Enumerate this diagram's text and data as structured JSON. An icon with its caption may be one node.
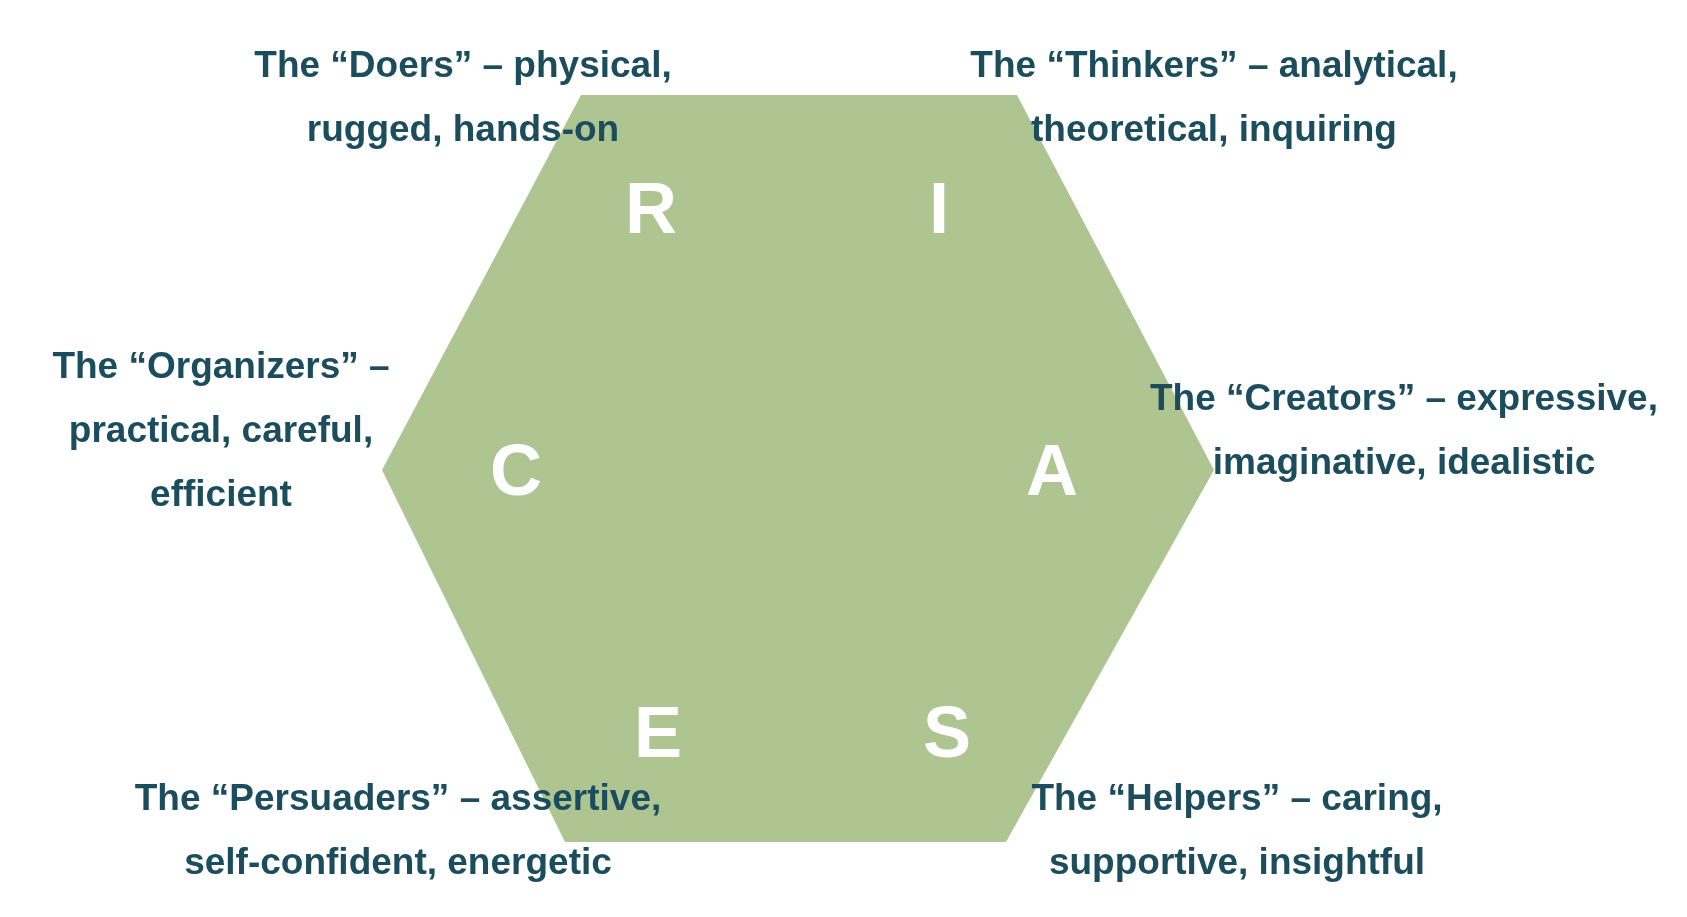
{
  "diagram": {
    "nodes": [
      {
        "text": [
          "R",
          "I",
          "C",
          "A",
          "E",
          "S"
        ]
      }
    ],
    "labels": [
      "The “Doers” – physical, rugged, hands-on",
      "The “Thinkers” – analytical, theoretical, inquiring",
      "The “Organizers” – practical, careful, efficient",
      "The “Creators” – expressive, imaginative, idealistic",
      "The “Persuaders” – assertive, self-confident, energetic",
      "The “Helpers” – caring, supportive, insightful"
    ]
  }
}
